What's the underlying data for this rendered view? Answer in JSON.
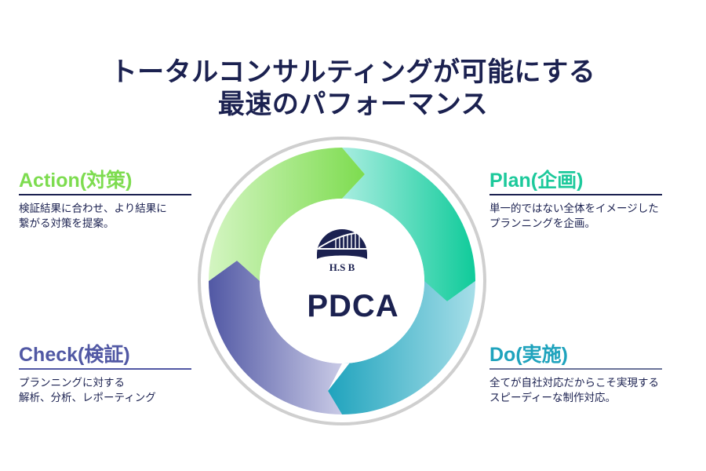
{
  "title": {
    "line1": "トータルコンサルティングが可能にする",
    "line2": "最速のパフォーマンス"
  },
  "center": {
    "logo_text": "H.S B",
    "label": "PDCA"
  },
  "stages": {
    "action": {
      "heading": "Action(対策)",
      "color": "#7ddc4f",
      "rule_color": "#1b2150",
      "lines": [
        "検証結果に合わせ、より結果に",
        "繋がる対策を提案。"
      ]
    },
    "plan": {
      "heading": "Plan(企画)",
      "color": "#1cc99b",
      "rule_color": "#1b2150",
      "lines": [
        "単一的ではない全体をイメージした",
        "プランニングを企画。"
      ]
    },
    "check": {
      "heading": "Check(検証)",
      "color": "#5158a4",
      "rule_color": "#5158a4",
      "lines": [
        "プランニングに対する",
        "解析、分析、レポーティング"
      ]
    },
    "do": {
      "heading": "Do(実施)",
      "color": "#1fa3bd",
      "rule_color": "#6b7399",
      "lines": [
        "全てが自社対応だからこそ実現する",
        "スピーディーな制作対応。"
      ]
    }
  },
  "colors": {
    "navy": "#1b2150",
    "ring_gray": "#cfcfcf",
    "action_from": "#d4f5c2",
    "action_to": "#7ddc4f",
    "plan_from": "#a8ede0",
    "plan_to": "#0fcb9a",
    "do_from": "#1fa3bd",
    "do_to": "#a6dee8",
    "check_from": "#5158a4",
    "check_to": "#c9cae6"
  }
}
